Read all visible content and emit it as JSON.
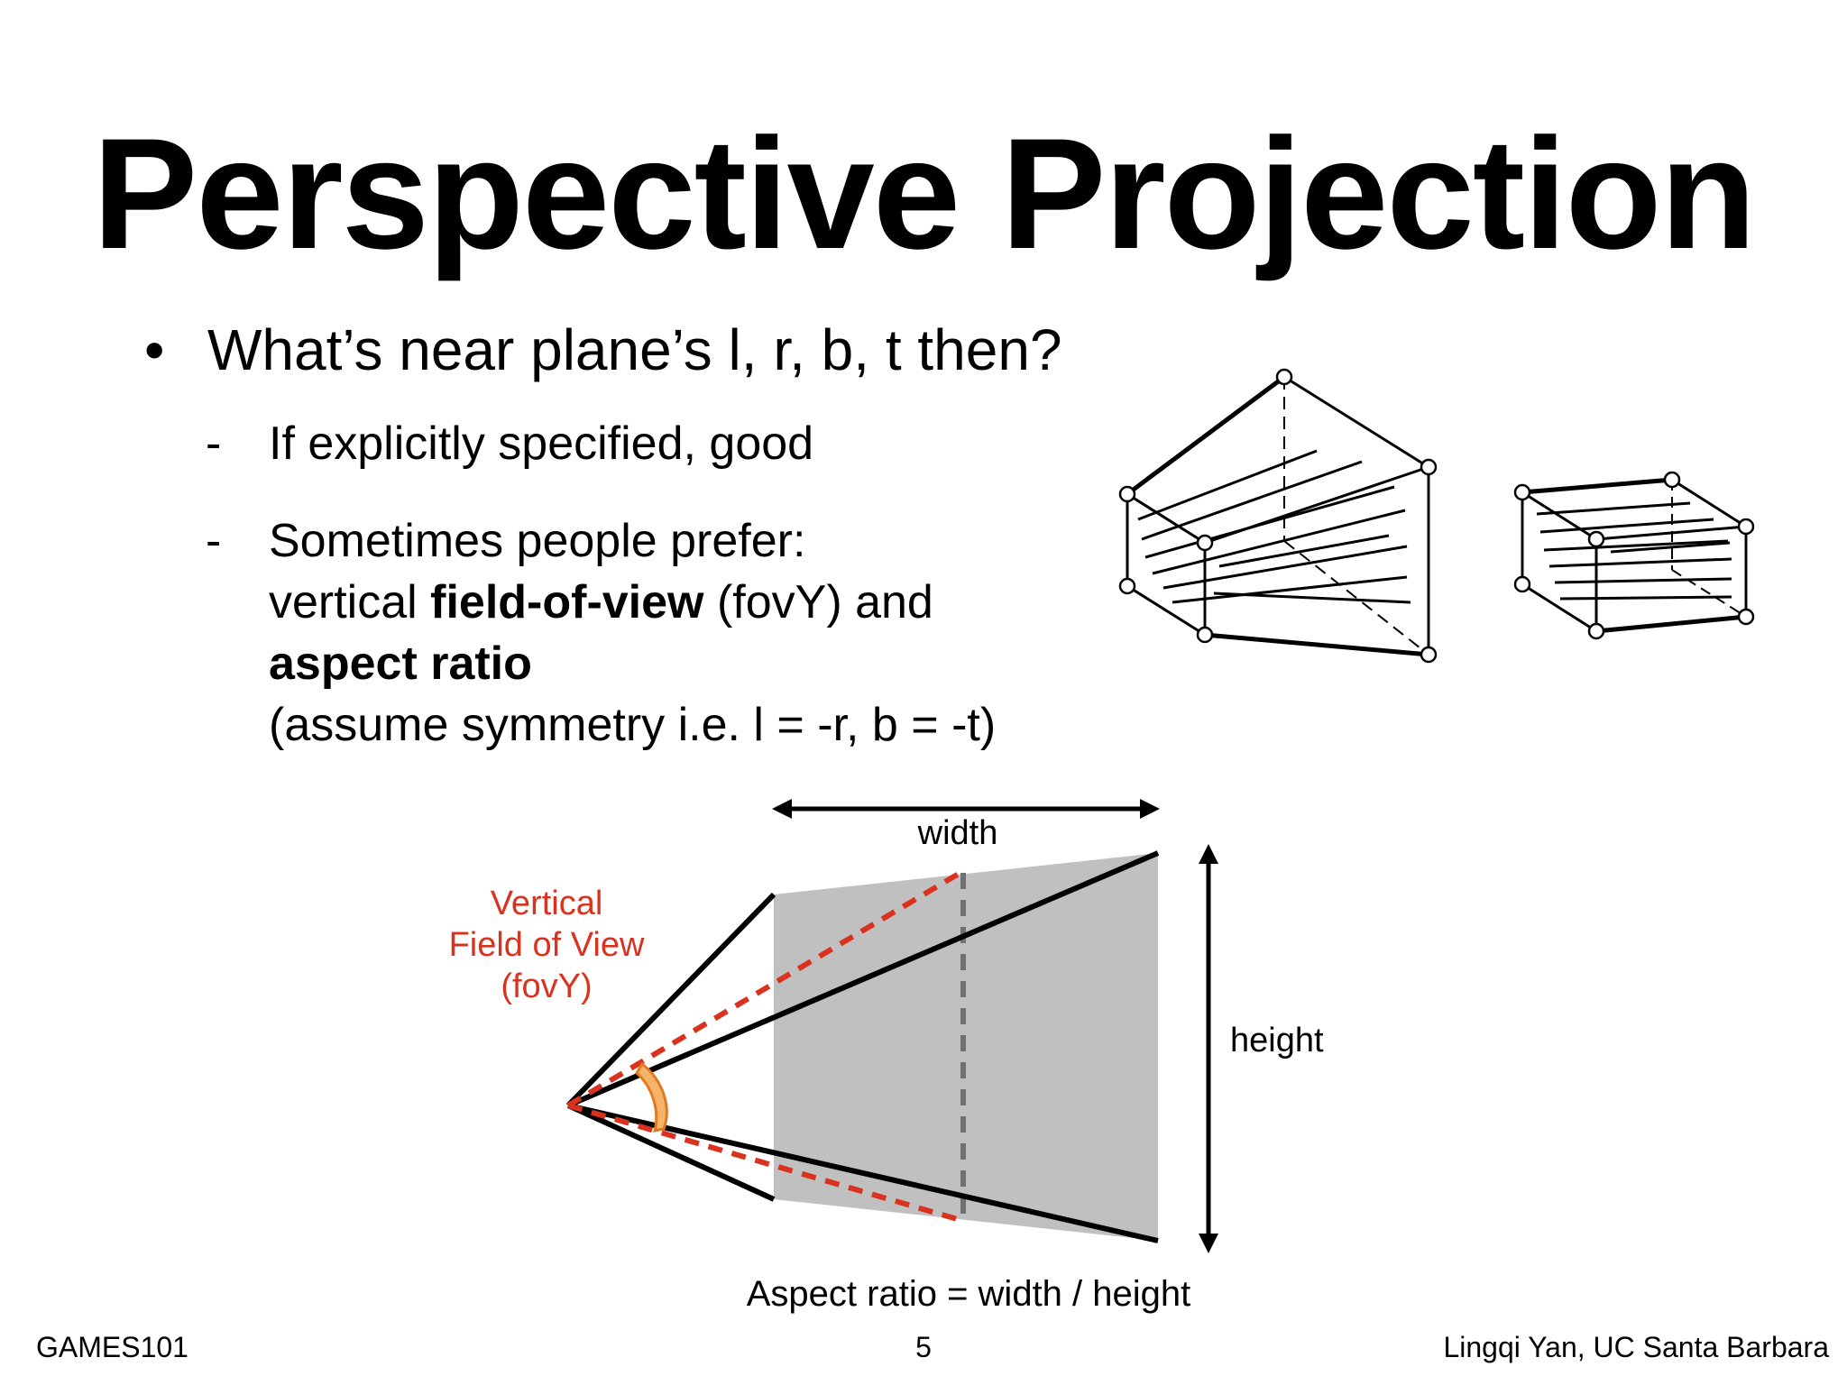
{
  "slide": {
    "title": "Perspective Projection",
    "bullet": "What’s near plane’s l, r, b, t then?",
    "bullet_marker": "•",
    "sub_marker": "-",
    "sub1": "If explicitly specified, good",
    "sub2": {
      "line1": "Sometimes people prefer:",
      "line2_prefix": "vertical ",
      "line2_bold": "field-of-view",
      "line2_suffix": " (fovY) and",
      "line3_bold": "aspect ratio",
      "line4": "(assume symmetry i.e. l = -r, b = -t)"
    }
  },
  "diagram": {
    "width_label": "width",
    "height_label": "height",
    "fov_label": [
      "Vertical",
      "Field of View",
      "(fovY)"
    ],
    "aspect_label": "Aspect ratio = width / height",
    "colors": {
      "fov_red": "#d9321e",
      "plane_gray": "#c0c0c0",
      "angle_fill": "#f6b36a",
      "dashed_gray": "#707070"
    }
  },
  "footer": {
    "left": "GAMES101",
    "page": "5",
    "right": "Lingqi Yan, UC Santa Barbara"
  }
}
